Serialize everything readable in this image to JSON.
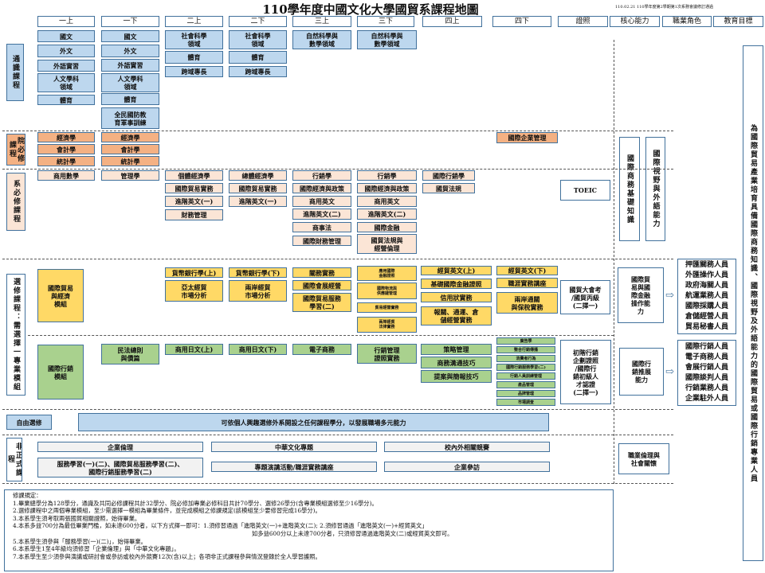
{
  "title": "110學年度中國文化大學國貿系課程地圖",
  "note": "110.02.21 110學年度第2學期第1次系務會議修訂通過",
  "headers": [
    "一上",
    "一下",
    "二上",
    "二下",
    "三上",
    "三下",
    "四上",
    "四下",
    "證照",
    "核心能力",
    "職業角色",
    "教育目標"
  ],
  "general": {
    "label": "通識課程",
    "y1a": [
      "國文",
      "外文",
      "外語實習",
      "人文學科\n領域",
      "體育"
    ],
    "y1b": [
      "國文",
      "外文",
      "外語實習",
      "人文學科\n領域",
      "體育",
      "全民國防教\n育軍事訓練"
    ],
    "y2a": [
      "社會科學\n領域",
      "體育",
      "跨域專長"
    ],
    "y2b": [
      "社會科學\n領域",
      "體育",
      "跨域專長"
    ],
    "y3a": [
      "自然科學與\n數學領域"
    ],
    "y3b": [
      "自然科學與\n數學領域"
    ]
  },
  "college": {
    "label": "院必修課程",
    "y1a": [
      "經濟學",
      "會計學",
      "統計學"
    ],
    "y1b": [
      "經濟學",
      "會計學",
      "統計學"
    ],
    "y4b": [
      "國際企業管理"
    ]
  },
  "dept": {
    "label": "系必修課程",
    "y1a": [
      "商用數學"
    ],
    "y1b": [
      "管理學"
    ],
    "y2a": [
      "個體經濟學",
      "國際貿易實務",
      "進階英文(一)",
      "財務管理"
    ],
    "y2b": [
      "總體經濟學",
      "國際貿易實務",
      "進階英文(一)"
    ],
    "y3a": [
      "行銷學",
      "國際經濟與政策",
      "商用英文",
      "進階英文(二)",
      "商事法",
      "國際財務管理"
    ],
    "y3b": [
      "行銷學",
      "國際經濟與政策",
      "商用英文",
      "進階英文(二)",
      "國際金融",
      "國貿法規與\n經營倫理"
    ],
    "y4a": [
      "國際行銷學",
      "國貿法規"
    ],
    "cert": "TOEIC",
    "core": [
      "國際商務基礎知識",
      "國際視野與外語能力"
    ]
  },
  "elective": {
    "label": "選修課程：需選擇一專業模組",
    "trade": {
      "module": "國際貿易\n與經濟\n模組",
      "y2a": [
        "貨幣銀行學(上)",
        "亞太經貿\n市場分析"
      ],
      "y2b": [
        "貨幣銀行學(下)",
        "兩岸經貿\n市場分析"
      ],
      "y3a": [
        "關務實務",
        "國際會展經營",
        "國際貿易服務\n學習(二)"
      ],
      "y3b": [
        "應用國際\n金融證照",
        "國際物流與\n供應鏈管理",
        "貿易經營實務",
        "兩岸經貿\n法律實務"
      ],
      "y4a": [
        "經貿英文(上)",
        "基礎國際金融證照",
        "信用狀實務",
        "報關、通運、倉\n儲經營實務"
      ],
      "y4b": [
        "經貿英文(下)",
        "職涯實務講座",
        "兩岸通關\n與保稅實務"
      ],
      "cert": "國貿大會考\n/國貿丙級\n(二擇一)",
      "core": "國際貿\n易與國\n際金融\n操作能\n力",
      "roles": [
        "押匯關務人員",
        "外匯操作人員",
        "政府海關人員",
        "航運業務人員",
        "國際採購人員",
        "倉儲經營人員",
        "貿易秘書人員"
      ]
    },
    "marketing": {
      "module": "國際行銷\n模組",
      "y1b": [
        "民法總則\n與債篇"
      ],
      "y2a": [
        "商用日文(上)"
      ],
      "y2b": [
        "商用日文(下)"
      ],
      "y3a": [
        "電子商務"
      ],
      "y3b": [
        "行銷管理\n證照實務"
      ],
      "y4a": [
        "策略管理",
        "商務溝通技巧",
        "提案與簡報技巧"
      ],
      "y4b": [
        "廣告學",
        "整合行銷傳播",
        "消費者行為",
        "國際行銷服務學習(二)",
        "行銷人員訓練管理",
        "產品管理",
        "品牌管理",
        "市場調查"
      ],
      "cert": "初階行銷\n企劃證照\n/國際行\n銷初級人\n才認證\n(二擇一)",
      "core": "國際行\n銷推展\n能力",
      "roles": [
        "國際行銷人員",
        "電子商務人員",
        "會展行銷人員",
        "國際談判人員",
        "行銷業務人員",
        "企業駐外人員"
      ]
    }
  },
  "free": {
    "label": "自由選修",
    "desc": "可依個人興趣選修外系開設之任何課程學分，以發展職場多元能力"
  },
  "informal": {
    "label": "非正式課程",
    "items": [
      "企業倫理",
      "中華文化專題",
      "校內外相關競賽",
      "服務學習(一)(二)、國際貿易服務學習(二)、\n國際行銷服務學習(二)",
      "專題演講活動/職涯實務講座",
      "企業參訪"
    ],
    "core": "職業倫理與\n社會關懷"
  },
  "goal": "為國際貿易產業培育具備國際商務知識、國際視野及外語能力的國際貿易或國際行銷專業人員",
  "rules": [
    "修課規定：",
    "1.畢業總學分為128學分，通識及共同必修課程共計32學分、院必修加專業必修科目共計70學分、選修26學分(含專業模組選修至少16學分)。",
    "2.選修課程中之兩個專業模組，至少需選擇一模組為畢業條件，並完成模組之修課規定(該模組至少要修習完成16學分)。",
    "3.本系學生須考取兩張國貿相關證照，始得畢業。",
    "4.本系多益700分為最低畢業門檻，如未達600分者，以下方式擇一即可：1.須修習通過「進階英文(一)+進階英文(二); 2.須修習通過「進階英文(一)+經貿英文」",
    "如多益600分以上未達700分者，只須修習通過進階英文(二)或經貿英文即可。",
    "5.本系學生須參與「服務學習(一)(二)」，始得畢業。",
    "6.本系學生1至4年級均須修習「企業倫理」與「中華文化專題」。",
    "7.本系學生至少須參與演講或研討會或參訪或校內外競賽12次(含)以上；各項非正式課程參與情況登錄於全人學習護照。"
  ],
  "colors": {
    "border": "#41719c",
    "general": "#bdd7ee",
    "college": "#f4b183",
    "dept": "#fbe5d6",
    "trade": "#ffd966",
    "marketing": "#a9d18e",
    "informal": "#f2f2f2"
  }
}
